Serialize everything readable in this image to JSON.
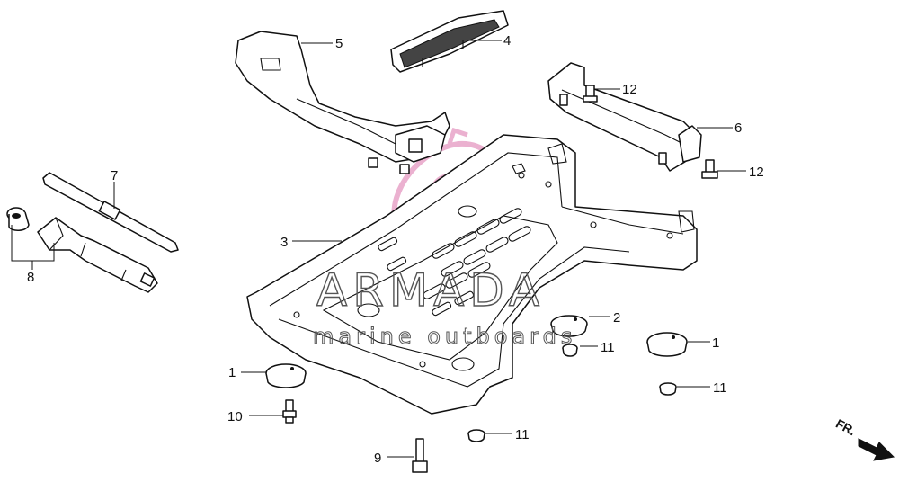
{
  "watermark": {
    "brand": "ARMADA",
    "tagline": "marine outboards",
    "accent_color": "#e8a4c8"
  },
  "direction_label": "FR.",
  "callouts": [
    {
      "id": "1a",
      "label": "1"
    },
    {
      "id": "1b",
      "label": "1"
    },
    {
      "id": "2",
      "label": "2"
    },
    {
      "id": "3",
      "label": "3"
    },
    {
      "id": "4",
      "label": "4"
    },
    {
      "id": "5",
      "label": "5"
    },
    {
      "id": "6",
      "label": "6"
    },
    {
      "id": "7",
      "label": "7"
    },
    {
      "id": "8",
      "label": "8"
    },
    {
      "id": "9",
      "label": "9"
    },
    {
      "id": "10",
      "label": "10"
    },
    {
      "id": "11a",
      "label": "11"
    },
    {
      "id": "11b",
      "label": "11"
    },
    {
      "id": "11c",
      "label": "11"
    },
    {
      "id": "12a",
      "label": "12"
    },
    {
      "id": "12b",
      "label": "12"
    }
  ],
  "icons": [
    "front-direction-arrow-icon",
    "armada-logo-icon"
  ]
}
